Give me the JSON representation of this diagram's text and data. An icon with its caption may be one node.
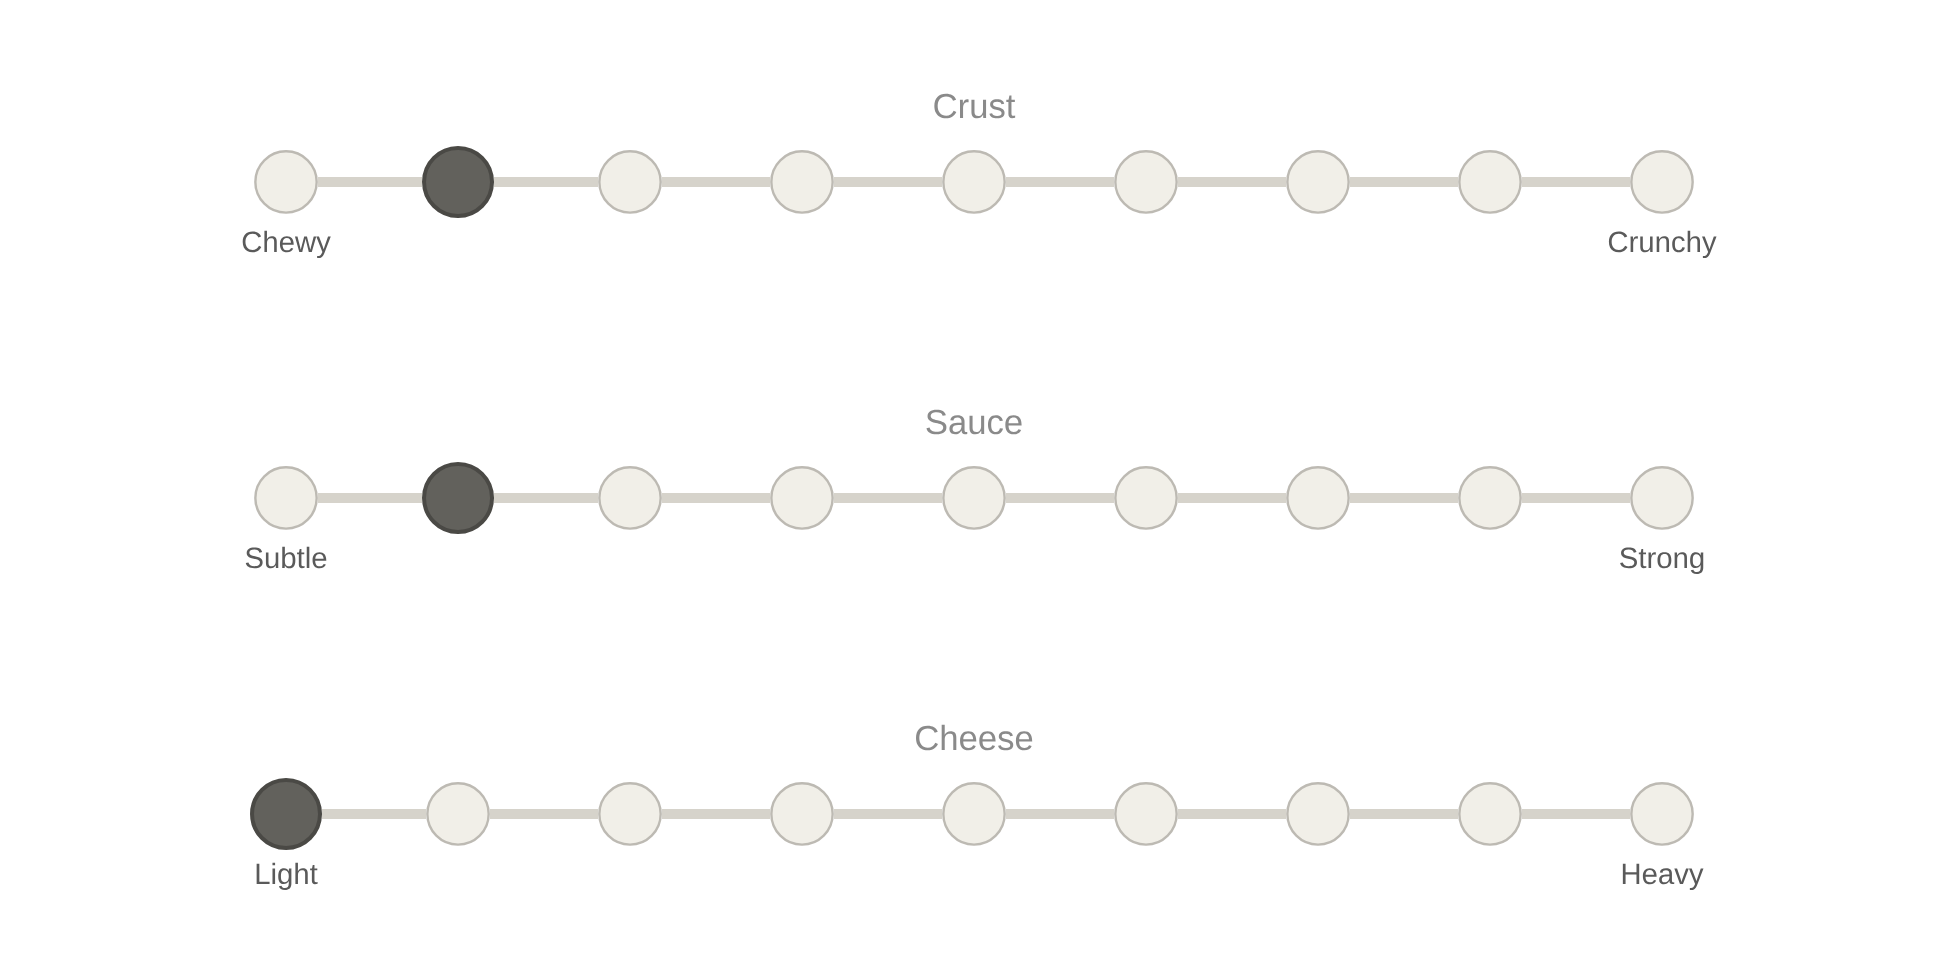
{
  "diagram": {
    "nodes": [
      {
        "text": [],
        "shape": "circle",
        "beside": [
          "Chewy"
        ]
      },
      {
        "text": [],
        "shape": "dot"
      },
      {
        "text": [],
        "shape": "circle"
      },
      {
        "text": [],
        "shape": "circle"
      },
      {
        "text": [],
        "shape": "circle"
      },
      {
        "text": [],
        "shape": "circle"
      },
      {
        "text": [],
        "shape": "circle"
      },
      {
        "text": [],
        "shape": "circle"
      },
      {
        "text": [],
        "shape": "circle",
        "beside": [
          "Crunchy"
        ]
      },
      {
        "text": [],
        "shape": "circle",
        "beside": [
          "Subtle"
        ]
      },
      {
        "text": [],
        "shape": "dot"
      },
      {
        "text": [],
        "shape": "circle"
      },
      {
        "text": [],
        "shape": "circle"
      },
      {
        "text": [],
        "shape": "circle"
      },
      {
        "text": [],
        "shape": "circle"
      },
      {
        "text": [],
        "shape": "circle"
      },
      {
        "text": [],
        "shape": "circle"
      },
      {
        "text": [],
        "shape": "circle",
        "beside": [
          "Strong"
        ]
      },
      {
        "text": [],
        "shape": "dot",
        "beside": [
          "Light"
        ]
      },
      {
        "text": [],
        "shape": "circle"
      },
      {
        "text": [],
        "shape": "circle"
      },
      {
        "text": [],
        "shape": "circle"
      },
      {
        "text": [],
        "shape": "circle"
      },
      {
        "text": [],
        "shape": "circle"
      },
      {
        "text": [],
        "shape": "circle"
      },
      {
        "text": [],
        "shape": "circle"
      },
      {
        "text": [],
        "shape": "circle",
        "beside": [
          "Heavy"
        ]
      }
    ],
    "edges": [
      {
        "from": 0,
        "to": 1,
        "arrow": "none"
      },
      {
        "from": 1,
        "to": 2,
        "arrow": "none"
      },
      {
        "from": 2,
        "to": 3,
        "arrow": "none"
      },
      {
        "from": 3,
        "to": 4,
        "arrow": "none"
      },
      {
        "from": 4,
        "to": 5,
        "arrow": "none"
      },
      {
        "from": 5,
        "to": 6,
        "arrow": "none"
      },
      {
        "from": 6,
        "to": 7,
        "arrow": "none"
      },
      {
        "from": 7,
        "to": 8,
        "arrow": "none"
      },
      {
        "from": 9,
        "to": 10,
        "arrow": "none"
      },
      {
        "from": 10,
        "to": 11,
        "arrow": "none"
      },
      {
        "from": 11,
        "to": 12,
        "arrow": "none"
      },
      {
        "from": 12,
        "to": 13,
        "arrow": "none"
      },
      {
        "from": 13,
        "to": 14,
        "arrow": "none"
      },
      {
        "from": 14,
        "to": 15,
        "arrow": "none"
      },
      {
        "from": 15,
        "to": 16,
        "arrow": "none"
      },
      {
        "from": 16,
        "to": 17,
        "arrow": "none"
      },
      {
        "from": 18,
        "to": 19,
        "arrow": "none"
      },
      {
        "from": 19,
        "to": 20,
        "arrow": "none"
      },
      {
        "from": 20,
        "to": 21,
        "arrow": "none"
      },
      {
        "from": 21,
        "to": 22,
        "arrow": "none"
      },
      {
        "from": 22,
        "to": 23,
        "arrow": "none"
      },
      {
        "from": 23,
        "to": 24,
        "arrow": "none"
      },
      {
        "from": 24,
        "to": 25,
        "arrow": "none"
      },
      {
        "from": 25,
        "to": 26,
        "arrow": "none"
      }
    ],
    "labels": [
      "Crust",
      "Sauce",
      "Cheese"
    ]
  }
}
